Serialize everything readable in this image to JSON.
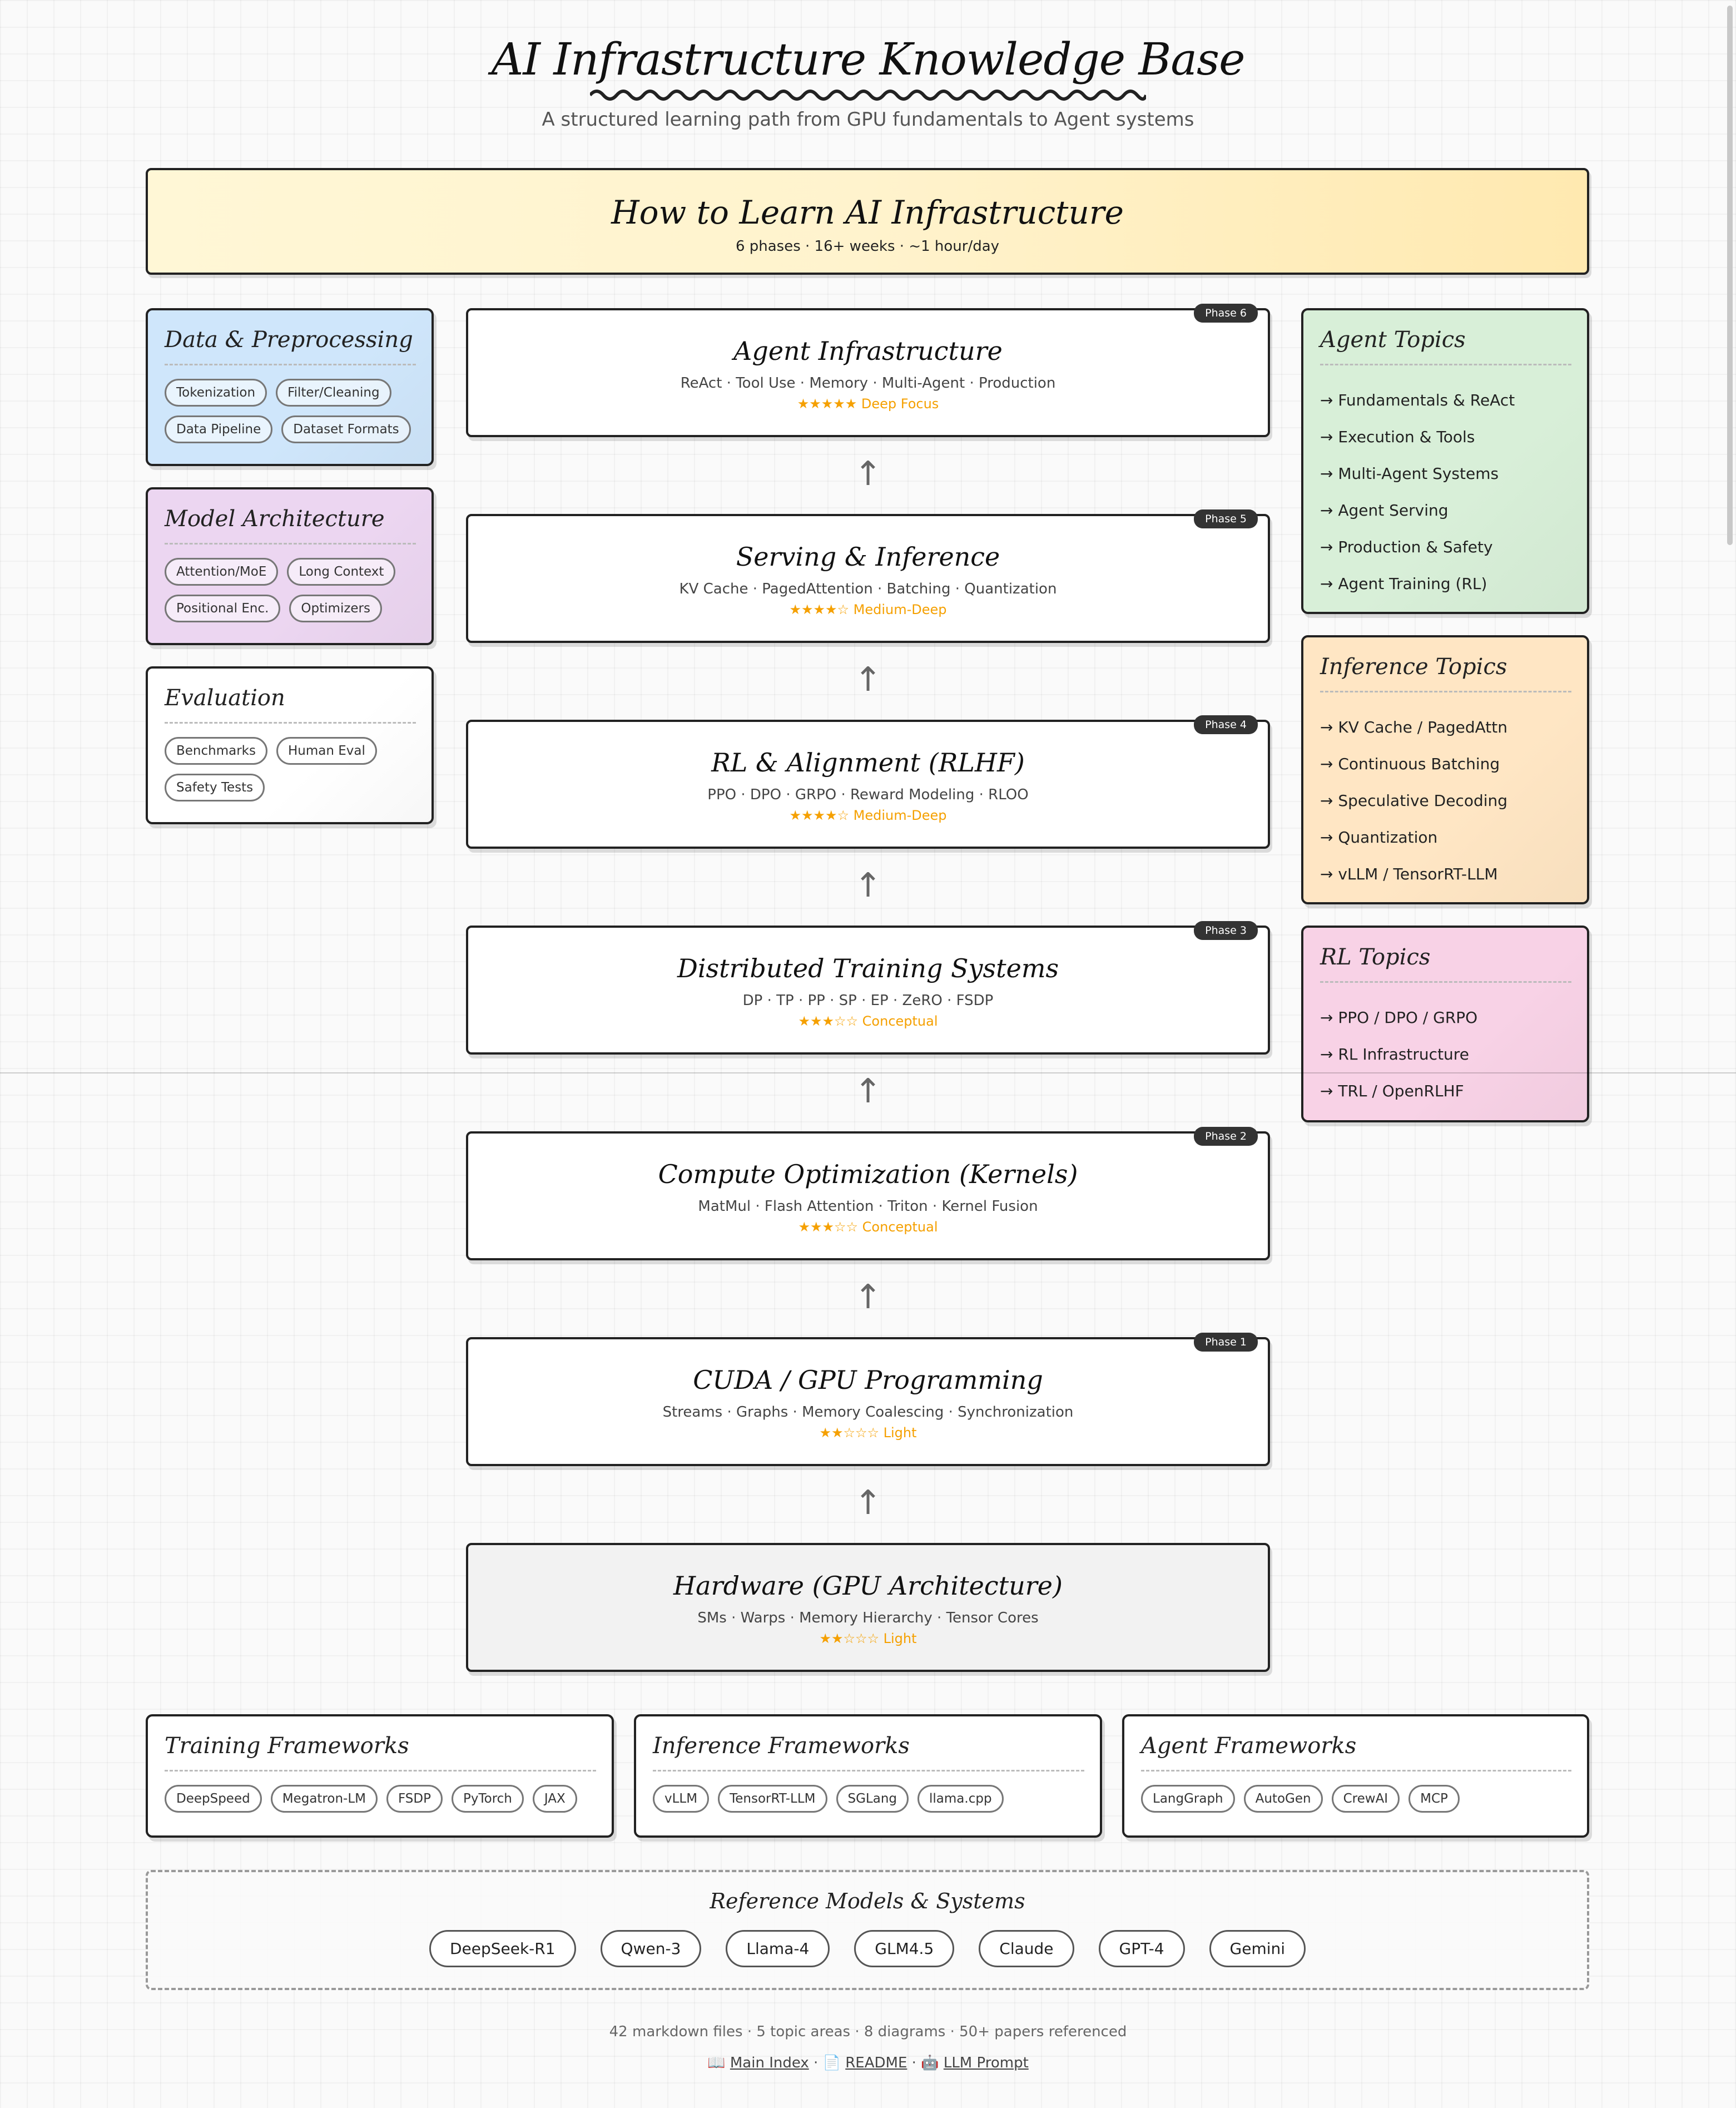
{
  "header": {
    "title": "AI Infrastructure Knowledge Base",
    "subtitle": "A structured learning path from GPU fundamentals to Agent systems"
  },
  "banner": {
    "title": "How to Learn AI Infrastructure",
    "subtitle": "6 phases · 16+ weeks · ~1 hour/day"
  },
  "left_cards": [
    {
      "title": "Data & Preprocessing",
      "chips": [
        "Tokenization",
        "Filter/Cleaning",
        "Data Pipeline",
        "Dataset Formats"
      ],
      "color": "#cfe6fb"
    },
    {
      "title": "Model Architecture",
      "chips": [
        "Attention/MoE",
        "Long Context",
        "Positional Enc.",
        "Optimizers"
      ],
      "color": "#ecd6f1"
    },
    {
      "title": "Evaluation",
      "chips": [
        "Benchmarks",
        "Human Eval",
        "Safety Tests"
      ],
      "color": "#ffffff"
    }
  ],
  "right_cards": [
    {
      "title": "Agent Topics",
      "items": [
        "→ Fundamentals & ReAct",
        "→ Execution & Tools",
        "→ Multi-Agent Systems",
        "→ Agent Serving",
        "→ Production & Safety",
        "→ Agent Training (RL)"
      ],
      "color": "#d8efd8"
    },
    {
      "title": "Inference Topics",
      "items": [
        "→ KV Cache / PagedAttn",
        "→ Continuous Batching",
        "→ Speculative Decoding",
        "→ Quantization",
        "→ vLLM / TensorRT-LLM"
      ],
      "color": "#ffe6c4"
    },
    {
      "title": "RL Topics",
      "items": [
        "→ PPO / DPO / GRPO",
        "→ RL Infrastructure",
        "→ TRL / OpenRLHF"
      ],
      "color": "#f8d2e6"
    }
  ],
  "phases": [
    {
      "name": "Agent Infrastructure",
      "topics": "ReAct · Tool Use · Memory · Multi-Agent · Production",
      "rating": "★★★★★ Deep Focus",
      "badge": "Phase 6"
    },
    {
      "name": "Serving & Inference",
      "topics": "KV Cache · PagedAttention · Batching · Quantization",
      "rating": "★★★★☆ Medium-Deep",
      "badge": "Phase 5"
    },
    {
      "name": "RL & Alignment (RLHF)",
      "topics": "PPO · DPO · GRPO · Reward Modeling · RLOO",
      "rating": "★★★★☆ Medium-Deep",
      "badge": "Phase 4"
    },
    {
      "name": "Distributed Training Systems",
      "topics": "DP · TP · PP · SP · EP · ZeRO · FSDP",
      "rating": "★★★☆☆ Conceptual",
      "badge": "Phase 3"
    },
    {
      "name": "Compute Optimization (Kernels)",
      "topics": "MatMul · Flash Attention · Triton · Kernel Fusion",
      "rating": "★★★☆☆ Conceptual",
      "badge": "Phase 2"
    },
    {
      "name": "CUDA / GPU Programming",
      "topics": "Streams · Graphs · Memory Coalescing · Synchronization",
      "rating": "★★☆☆☆ Light",
      "badge": "Phase 1"
    },
    {
      "name": "Hardware (GPU Architecture)",
      "topics": "SMs · Warps · Memory Hierarchy · Tensor Cores",
      "rating": "★★☆☆☆ Light",
      "badge": ""
    }
  ],
  "arrow_glyph": "↑",
  "frameworks": [
    {
      "title": "Training Frameworks",
      "chips": [
        "DeepSpeed",
        "Megatron-LM",
        "FSDP",
        "PyTorch",
        "JAX"
      ]
    },
    {
      "title": "Inference Frameworks",
      "chips": [
        "vLLM",
        "TensorRT-LLM",
        "SGLang",
        "llama.cpp"
      ]
    },
    {
      "title": "Agent Frameworks",
      "chips": [
        "LangGraph",
        "AutoGen",
        "CrewAI",
        "MCP"
      ]
    }
  ],
  "reference": {
    "title": "Reference Models & Systems",
    "chips": [
      "DeepSeek-R1",
      "Qwen-3",
      "Llama-4",
      "GLM4.5",
      "Claude",
      "GPT-4",
      "Gemini"
    ]
  },
  "footer": {
    "stats": "42 markdown files · 5 topic areas · 8 diagrams · 50+ papers referenced",
    "links": [
      {
        "icon": "📖",
        "label": "Main Index"
      },
      {
        "icon": "📄",
        "label": "README"
      },
      {
        "icon": "🤖",
        "label": "LLM Prompt"
      }
    ],
    "separator": "·"
  }
}
